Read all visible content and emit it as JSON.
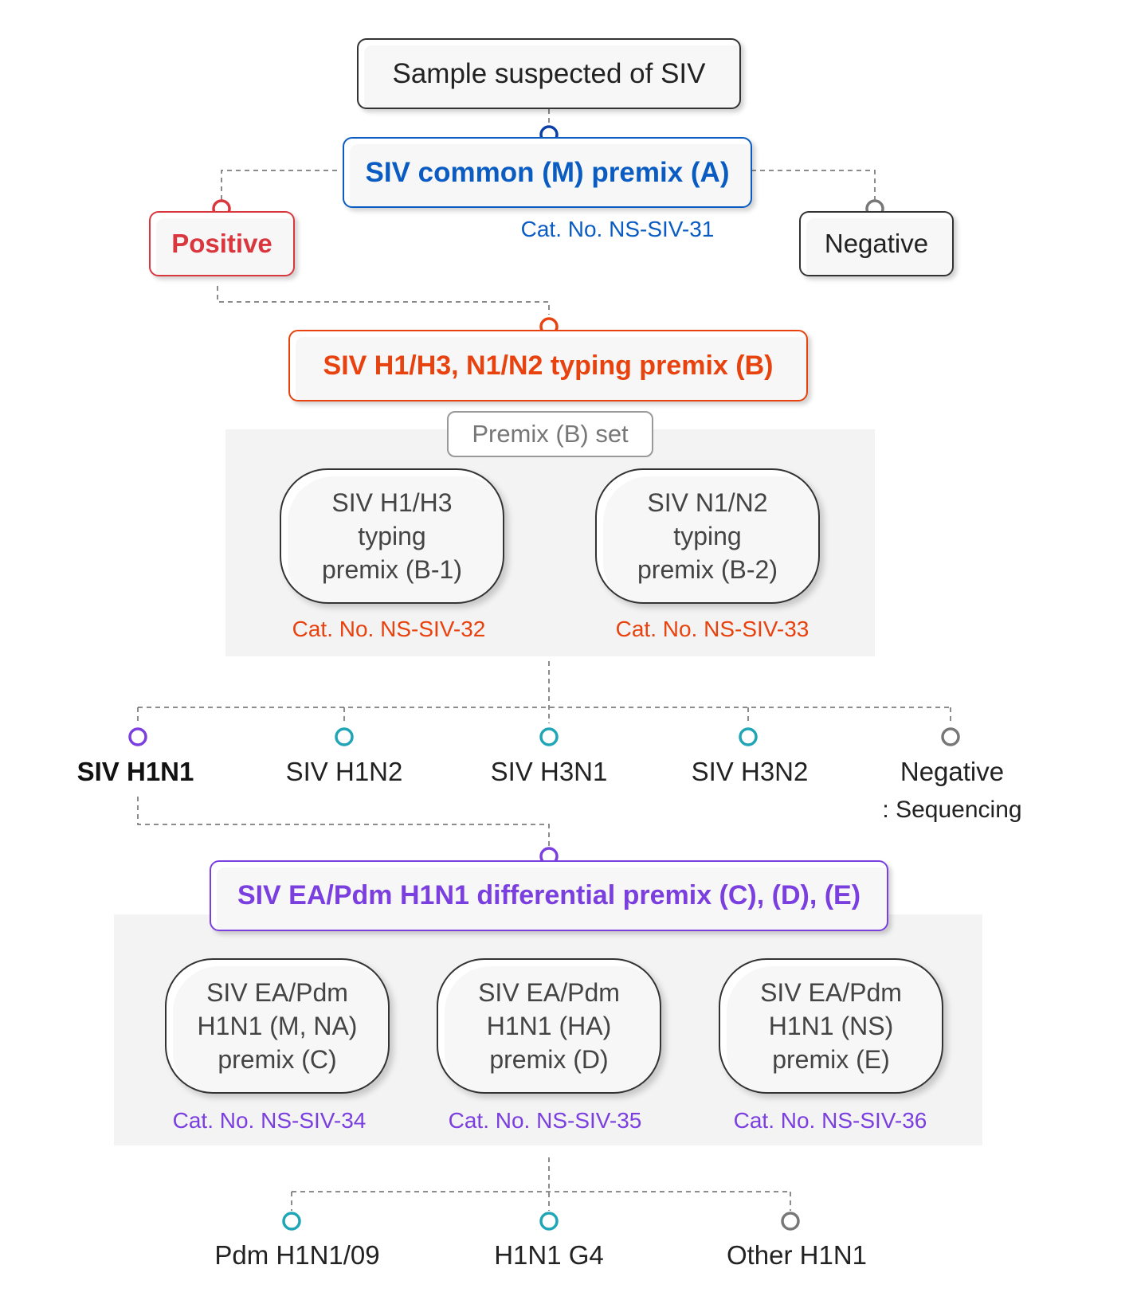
{
  "colors": {
    "blue": "#0a5cc2",
    "red": "#d9363e",
    "orange": "#e8420f",
    "purple": "#7b3fe0",
    "teal": "#1fa5b6",
    "gray": "#777777",
    "dark": "#222222"
  },
  "nodes": {
    "sample": "Sample suspected of SIV",
    "premix_a": "SIV common (M) premix (A)",
    "cat_a": "Cat. No. NS-SIV-31",
    "positive": "Positive",
    "negative_top": "Negative",
    "premix_b": "SIV H1/H3, N1/N2 typing premix (B)",
    "premix_b_set": "Premix (B) set",
    "b1": "SIV H1/H3\ntyping\npremix (B-1)",
    "b2": "SIV N1/N2\ntyping\npremix (B-2)",
    "cat_b1": "Cat. No. NS-SIV-32",
    "cat_b2": "Cat. No. NS-SIV-33",
    "out_h1n1": "SIV H1N1",
    "out_h1n2": "SIV H1N2",
    "out_h3n1": "SIV H3N1",
    "out_h3n2": "SIV H3N2",
    "out_negative": "Negative",
    "out_sequencing": ": Sequencing",
    "premix_cde": "SIV EA/Pdm H1N1 differential premix (C), (D), (E)",
    "c": "SIV EA/Pdm\nH1N1 (M, NA)\npremix (C)",
    "d": "SIV EA/Pdm\nH1N1 (HA)\npremix (D)",
    "e": "SIV EA/Pdm\nH1N1 (NS)\npremix (E)",
    "cat_c": "Cat. No. NS-SIV-34",
    "cat_d": "Cat. No. NS-SIV-35",
    "cat_e": "Cat. No. NS-SIV-36",
    "final_pdm": "Pdm H1N1/09",
    "final_g4": "H1N1 G4",
    "final_other": "Other H1N1"
  }
}
